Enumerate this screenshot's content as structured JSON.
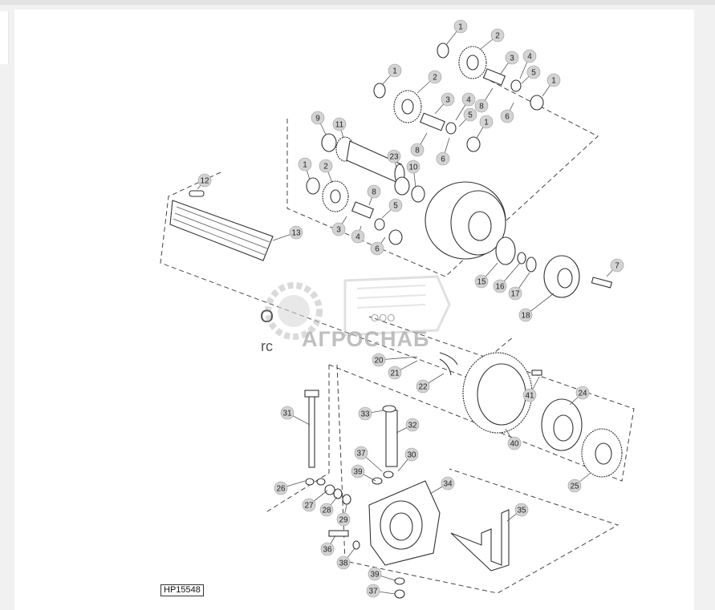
{
  "figure_ref": "HP15548",
  "watermark": {
    "company_prefix": "ООО",
    "company_name": "АГРОСНАБ"
  },
  "fragments": {
    "o": "O",
    "rc": "rc"
  },
  "callouts": [
    {
      "label": "1"
    },
    {
      "label": "2"
    },
    {
      "label": "3"
    },
    {
      "label": "4"
    },
    {
      "label": "5"
    },
    {
      "label": "1"
    },
    {
      "label": "6"
    },
    {
      "label": "8"
    },
    {
      "label": "1"
    },
    {
      "label": "2"
    },
    {
      "label": "3"
    },
    {
      "label": "4"
    },
    {
      "label": "5"
    },
    {
      "label": "1"
    },
    {
      "label": "6"
    },
    {
      "label": "8"
    },
    {
      "label": "9"
    },
    {
      "label": "11"
    },
    {
      "label": "23"
    },
    {
      "label": "10"
    },
    {
      "label": "1"
    },
    {
      "label": "2"
    },
    {
      "label": "8"
    },
    {
      "label": "3"
    },
    {
      "label": "4"
    },
    {
      "label": "5"
    },
    {
      "label": "6"
    },
    {
      "label": "12"
    },
    {
      "label": "13"
    },
    {
      "label": "7"
    },
    {
      "label": "15"
    },
    {
      "label": "16"
    },
    {
      "label": "17"
    },
    {
      "label": "18"
    },
    {
      "label": "20"
    },
    {
      "label": "21"
    },
    {
      "label": "22"
    },
    {
      "label": "41"
    },
    {
      "label": "24"
    },
    {
      "label": "40"
    },
    {
      "label": "25"
    },
    {
      "label": "31"
    },
    {
      "label": "33"
    },
    {
      "label": "32"
    },
    {
      "label": "37"
    },
    {
      "label": "30"
    },
    {
      "label": "39"
    },
    {
      "label": "34"
    },
    {
      "label": "26"
    },
    {
      "label": "27"
    },
    {
      "label": "28"
    },
    {
      "label": "29"
    },
    {
      "label": "35"
    },
    {
      "label": "36"
    },
    {
      "label": "38"
    },
    {
      "label": "39"
    },
    {
      "label": "37"
    }
  ]
}
